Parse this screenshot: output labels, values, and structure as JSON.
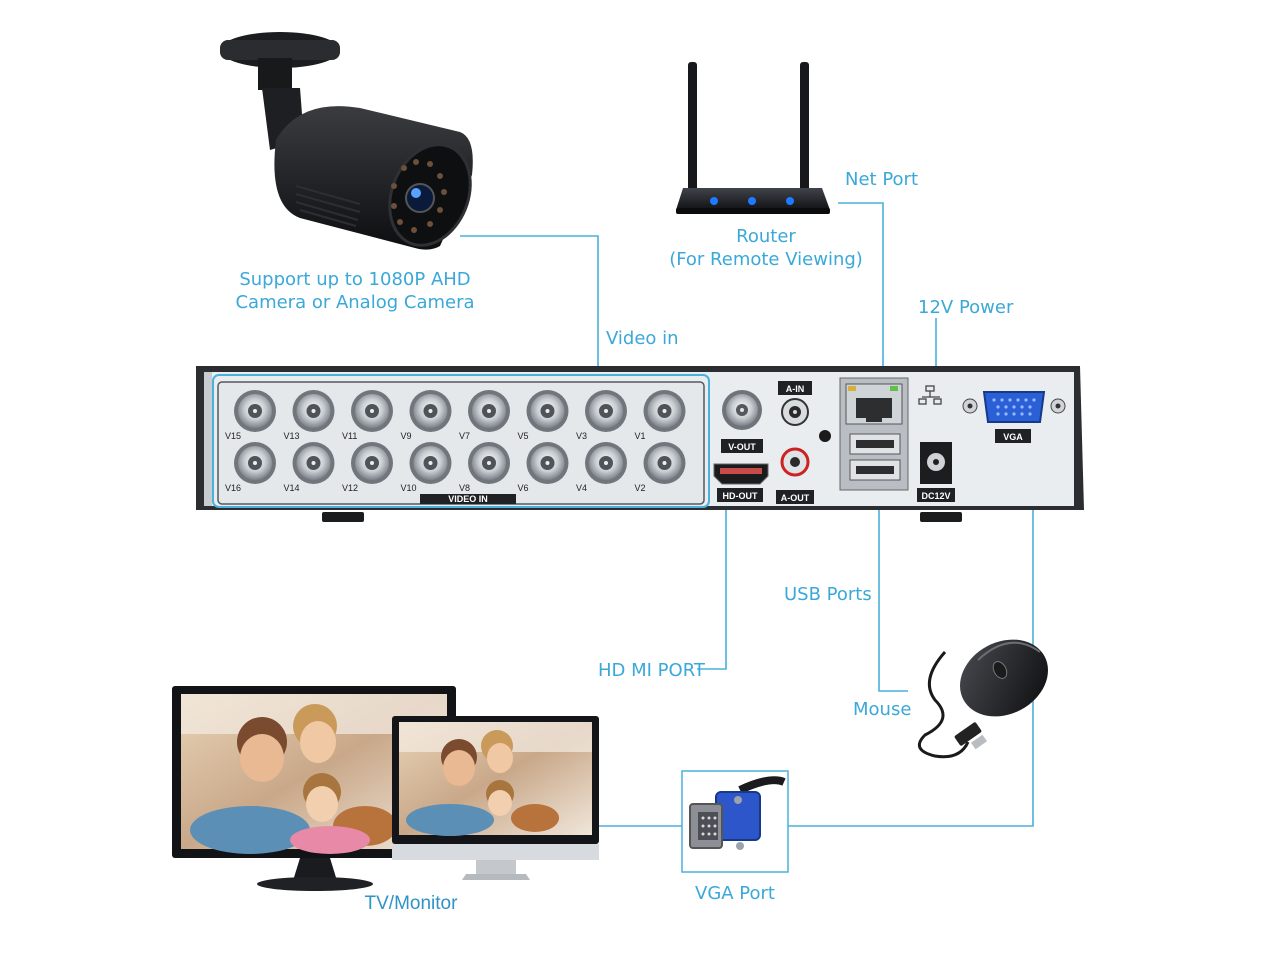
{
  "labels": {
    "camera_line1": "Support up to 1080P AHD",
    "camera_line2": "Camera or Analog Camera",
    "video_in": "Video in",
    "router_line1": "Router",
    "router_line2": "(For Remote Viewing)",
    "net_port": "Net Port",
    "power": "12V Power",
    "usb_ports": "USB Ports",
    "hdmi_port": "HD MI PORT",
    "mouse": "Mouse",
    "vga_port": "VGA Port",
    "tv_monitor": "TV/Monitor"
  },
  "dvr": {
    "channels_top": [
      "V15",
      "V13",
      "V11",
      "V9",
      "V7",
      "V5",
      "V3",
      "V1"
    ],
    "channels_bottom": [
      "V16",
      "V14",
      "V12",
      "V10",
      "V8",
      "V6",
      "V4",
      "V2"
    ],
    "video_in_tag": "VIDEO IN",
    "v_out": "V-OUT",
    "hd_out": "HD-OUT",
    "a_in": "A-IN",
    "a_out": "A-OUT",
    "dc12v": "DC12V",
    "vga": "VGA"
  },
  "colors": {
    "label": "#3aa8d8",
    "connector_line": "#4ab0dc",
    "dvr_panel": "#e9edf0",
    "dvr_frame": "#2b2d30",
    "vga_blue": "#2a5fd6"
  },
  "icons": [
    "camera-icon",
    "router-icon",
    "mouse-icon",
    "vga-cable-icon",
    "monitor-icon",
    "network-icon"
  ]
}
